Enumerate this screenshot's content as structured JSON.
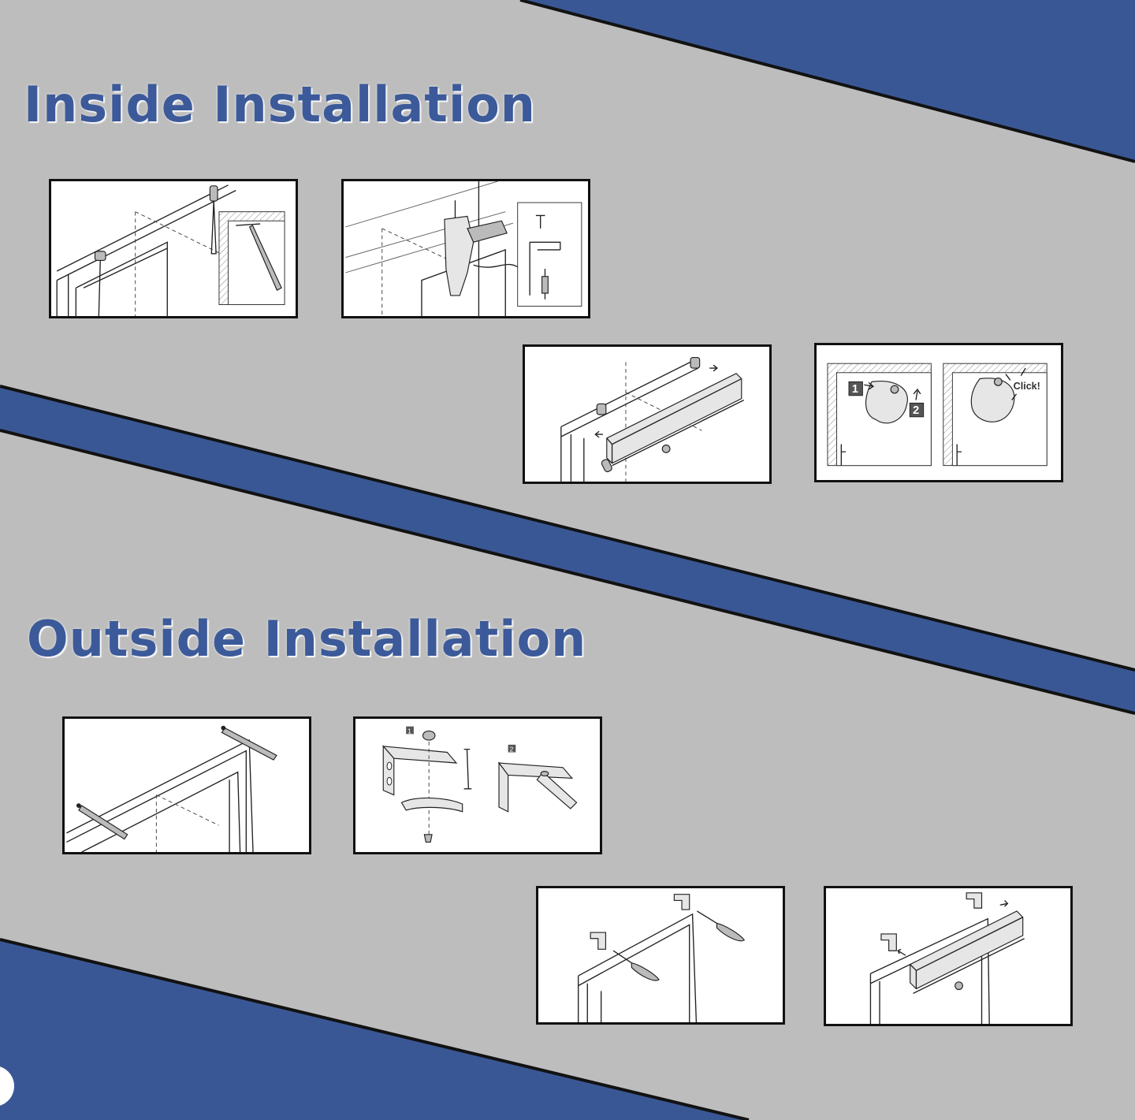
{
  "colors": {
    "background": "#bdbdbd",
    "band": "#3a5795",
    "band_edge": "#121212",
    "heading": "#3c5a9a"
  },
  "inside": {
    "title": "Inside Installation",
    "steps": [
      {
        "icon": "measure-inside-frame-icon"
      },
      {
        "icon": "drill-bracket-holes-icon"
      },
      {
        "icon": "attach-roller-blind-icon"
      },
      {
        "icon": "clip-bracket-cover-icon",
        "step_labels": [
          "1",
          "2"
        ],
        "click_label": "Click!"
      }
    ]
  },
  "outside": {
    "title": "Outside Installation",
    "steps": [
      {
        "icon": "measure-outside-frame-icon"
      },
      {
        "icon": "assemble-bracket-icon",
        "step_labels": [
          "1",
          "2"
        ]
      },
      {
        "icon": "screw-brackets-wall-icon"
      },
      {
        "icon": "mount-roller-blind-icon"
      }
    ]
  }
}
